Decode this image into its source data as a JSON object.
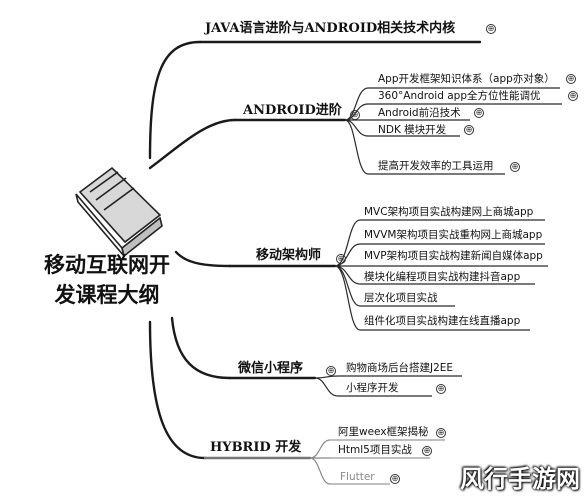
{
  "root": {
    "line1": "移动互联网开",
    "line2": "发课程大纲"
  },
  "branches": [
    {
      "title": "JAVA语言进阶与ANDROID相关技术内核",
      "leaves": []
    },
    {
      "title": "ANDROID进阶",
      "leaves": [
        "App开发框架知识体系（app亦对象）",
        "360°Android app全方位性能调优",
        "Android前沿技术",
        "NDK 模块开发",
        "提高开发效率的工具运用"
      ]
    },
    {
      "title": "移动架构师",
      "leaves": [
        "MVC架构项目实战构建网上商城app",
        "MVVM架构项目实战重构网上商城app",
        "MVP架构项目实战构建新闻自媒体app",
        "模块化编程项目实战构建抖音app",
        "层次化项目实战",
        "组件化项目实战构建在线直播app"
      ]
    },
    {
      "title": "微信小程序",
      "leaves": [
        "购物商场后台搭建J2EE",
        "小程序开发"
      ]
    },
    {
      "title": "HYBRID 开发",
      "leaves": [
        "阿里weex框架揭秘",
        "Html5项目实战",
        "Flutter"
      ]
    }
  ],
  "expand_symbol": "⊕",
  "watermark": "风行手游网"
}
